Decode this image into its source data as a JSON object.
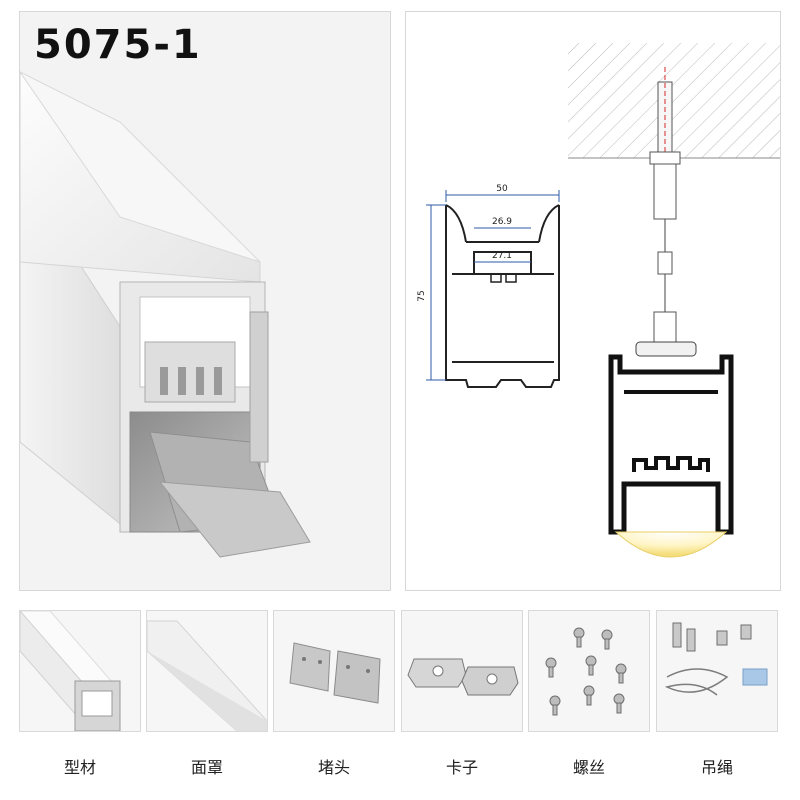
{
  "title": "5075-1",
  "diagram": {
    "dim_width": "50",
    "dim_inner_top": "26.9",
    "dim_inner_bottom": "27.1",
    "dim_height": "75"
  },
  "accessories": [
    {
      "label": "型材",
      "icon": "profile-icon"
    },
    {
      "label": "面罩",
      "icon": "diffuser-cover-icon"
    },
    {
      "label": "堵头",
      "icon": "end-cap-icon"
    },
    {
      "label": "卡子",
      "icon": "mounting-clip-icon"
    },
    {
      "label": "螺丝",
      "icon": "screws-icon"
    },
    {
      "label": "吊绳",
      "icon": "suspension-wire-icon"
    }
  ]
}
